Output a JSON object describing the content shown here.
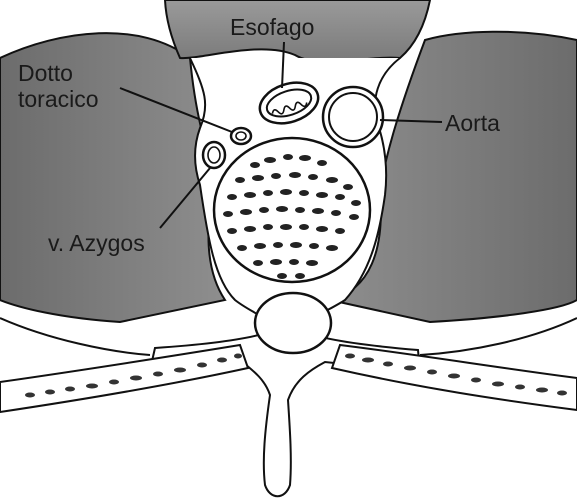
{
  "labels": {
    "esofago": "Esofago",
    "dotto_line1": "Dotto",
    "dotto_line2": "toracico",
    "aorta": "Aorta",
    "azygos": "v. Azygos"
  },
  "colors": {
    "lung_fill": "#7d7d7d",
    "outline": "#111111",
    "bone_fill": "#ffffff",
    "background": "#ffffff"
  }
}
